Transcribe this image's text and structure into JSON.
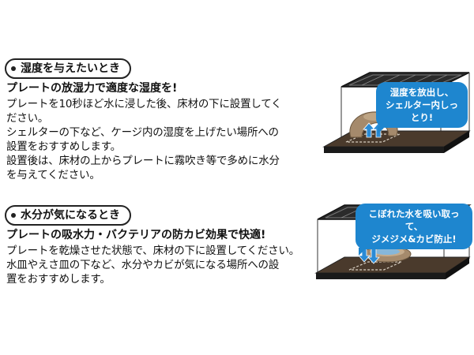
{
  "section_humidity": {
    "pill_label": "湿度を与えたいとき",
    "heading": "プレートの放湿力で適度な湿度を!",
    "body_lines": [
      "プレートを10秒ほど水に浸した後、床材の下に設置してく",
      "ださい。",
      "シェルターの下など、ケージ内の湿度を上げたい場所への",
      "設置をおすすめします。",
      "設置後は、床材の上からプレートに霧吹き等で多めに水分",
      "を与えてください。"
    ],
    "bubble_lines": [
      "湿度を放出し、",
      "シェルター内しっとり!"
    ]
  },
  "section_moisture": {
    "pill_label": "水分が気になるとき",
    "heading": "プレートの吸水力・バクテリアの防カビ効果で快適!",
    "body_lines": [
      "プレートを乾燥させた状態で、床材の下に設置してください。",
      "水皿やえさ皿の下など、水分やカビが気になる場所への設",
      "置をおすすめします。"
    ],
    "bubble_lines": [
      "こぼれた水を吸い取って、",
      "ジメジメ&カビ防止!"
    ]
  },
  "colors": {
    "bubble": "#1e86cf",
    "substrate": "#4a3a2c",
    "cage_frame": "#1a1a1a",
    "shelter": "#a58a6c",
    "arrow": "#2a8bd6"
  },
  "icons": {
    "cage": "terrarium-cage-illustration",
    "arrow_up": "arrow-up-icon",
    "arrow_down": "arrow-down-icon"
  }
}
